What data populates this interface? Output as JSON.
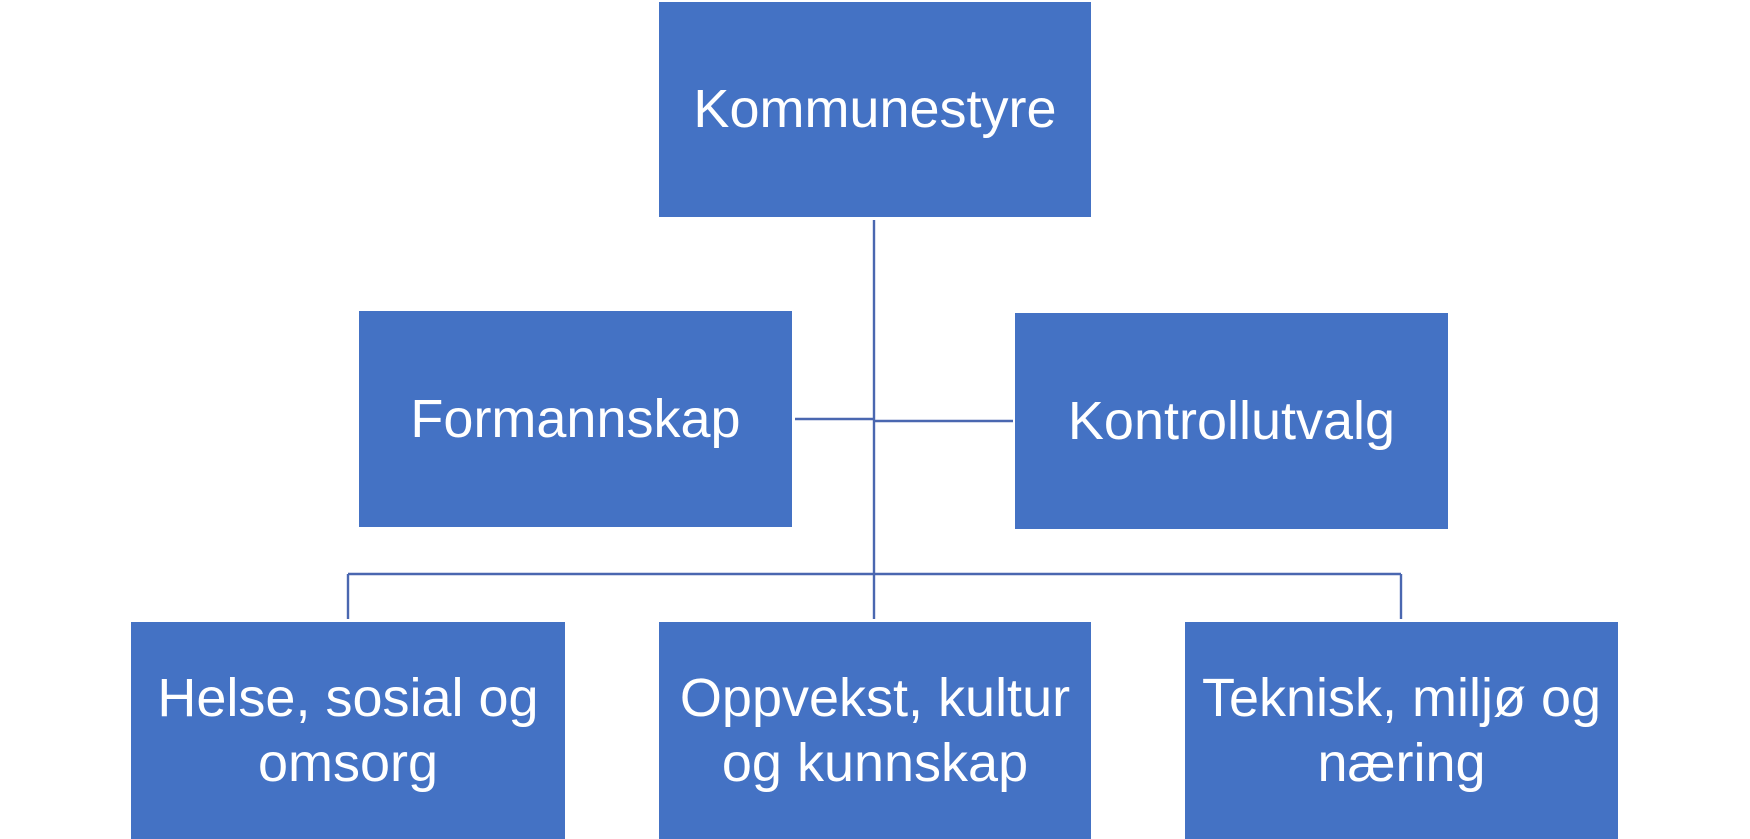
{
  "diagram": {
    "box_color": "#4472C4",
    "connector_color": "#4A67B0",
    "text_color": "#FFFFFF",
    "nodes": {
      "kommunestyre": "Kommunestyre",
      "formannskap": "Formannskap",
      "kontrollutvalg": "Kontrollutvalg",
      "helse": "Helse, sosial og omsorg",
      "oppvekst": "Oppvekst, kultur og kunnskap",
      "teknisk": "Teknisk, miljø og næring"
    },
    "edges": [
      {
        "from": "Kommunestyre",
        "to": "Formannskap"
      },
      {
        "from": "Kommunestyre",
        "to": "Kontrollutvalg"
      },
      {
        "from": "Kommunestyre",
        "to": "Helse, sosial og omsorg"
      },
      {
        "from": "Kommunestyre",
        "to": "Oppvekst, kultur og kunnskap"
      },
      {
        "from": "Kommunestyre",
        "to": "Teknisk, miljø og næring"
      }
    ]
  }
}
